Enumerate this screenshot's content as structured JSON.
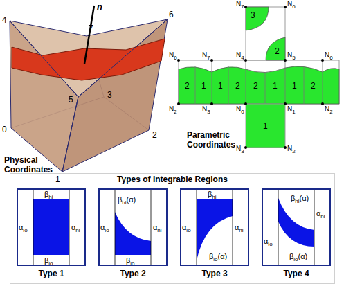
{
  "diagram": {
    "nodes": [
      {
        "text": [
          "Types of Integrable Regions"
        ]
      },
      {
        "text": [
          "βhi",
          "αlo",
          "αhi",
          "βlo",
          "Type 1"
        ],
        "in": 0
      },
      {
        "text": [
          "βhi(α)",
          "αlo",
          "αhi",
          "βlo",
          "Type 2"
        ],
        "in": 0
      },
      {
        "text": [
          "βhi",
          "αlo",
          "αhi",
          "βlo(α)",
          "Type 3"
        ],
        "in": 0
      },
      {
        "text": [
          "βhi(α)",
          "αlo",
          "αhi",
          "βlo(α)",
          "Type 4"
        ],
        "in": 0
      }
    ],
    "labels": [
      "4",
      "7",
      "6",
      "5",
      "3",
      "0",
      "2",
      "1",
      "n",
      "Physical Coordinates",
      "N7",
      "N6",
      "N6",
      "N7",
      "N4",
      "N5",
      "N6",
      "N2",
      "N3",
      "N0",
      "N1",
      "N2",
      "N3",
      "N2",
      "3",
      "2",
      "2",
      "1",
      "1",
      "2",
      "2",
      "1",
      "1",
      "2",
      "1",
      "Parametric Coordinates"
    ]
  }
}
